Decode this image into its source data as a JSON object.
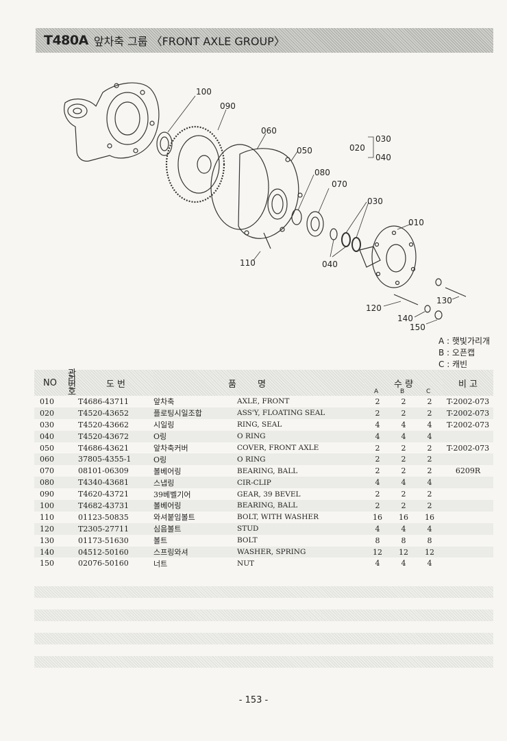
{
  "header": {
    "code": "T480A",
    "title": "앞차축 그룹 〈FRONT AXLE GROUP〉"
  },
  "callouts": {
    "c100": "100",
    "c090": "090",
    "c060": "060",
    "c050": "050",
    "c020": "020",
    "c030a": "030",
    "c040a": "040",
    "c080": "080",
    "c070": "070",
    "c030b": "030",
    "c010": "010",
    "c110": "110",
    "c040b": "040",
    "c130": "130",
    "c120": "120",
    "c140": "140",
    "c150": "150"
  },
  "legend": [
    "A : 햇빛가리개",
    "B : 오픈캡",
    "C : 캐빈"
  ],
  "table": {
    "headers": {
      "no": "NO",
      "mgmt": "관리번호",
      "part_no": "도   번",
      "name_ko": "품",
      "name": "명",
      "qty": "수   량",
      "a": "A",
      "b": "B",
      "c": "C",
      "remarks": "비 고"
    },
    "rows": [
      {
        "no": "010",
        "part": "T4686-43711",
        "ko": "앞차축",
        "name": "AXLE, FRONT",
        "a": "2",
        "b": "2",
        "c": "2",
        "rem": "T-2002-073"
      },
      {
        "no": "020",
        "part": "T4520-43652",
        "ko": "플로팅시일조합",
        "name": "ASS'Y, FLOATING SEAL",
        "a": "2",
        "b": "2",
        "c": "2",
        "rem": "T-2002-073"
      },
      {
        "no": "030",
        "part": "T4520-43662",
        "ko": "시일링",
        "name": "RING, SEAL",
        "a": "4",
        "b": "4",
        "c": "4",
        "rem": "T-2002-073"
      },
      {
        "no": "040",
        "part": "T4520-43672",
        "ko": "O링",
        "name": "O RING",
        "a": "4",
        "b": "4",
        "c": "4",
        "rem": ""
      },
      {
        "no": "050",
        "part": "T4686-43621",
        "ko": "앞차축커버",
        "name": "COVER, FRONT AXLE",
        "a": "2",
        "b": "2",
        "c": "2",
        "rem": "T-2002-073"
      },
      {
        "no": "060",
        "part": "37805-4355-1",
        "ko": "O링",
        "name": "O RING",
        "a": "2",
        "b": "2",
        "c": "2",
        "rem": ""
      },
      {
        "no": "070",
        "part": "08101-06309",
        "ko": "볼베어링",
        "name": "BEARING, BALL",
        "a": "2",
        "b": "2",
        "c": "2",
        "rem": "6209R"
      },
      {
        "no": "080",
        "part": "T4340-43681",
        "ko": "스냅링",
        "name": "CIR-CLIP",
        "a": "4",
        "b": "4",
        "c": "4",
        "rem": ""
      },
      {
        "no": "090",
        "part": "T4620-43721",
        "ko": "39베벨기어",
        "name": "GEAR, 39 BEVEL",
        "a": "2",
        "b": "2",
        "c": "2",
        "rem": ""
      },
      {
        "no": "100",
        "part": "T4682-43731",
        "ko": "볼베어링",
        "name": "BEARING, BALL",
        "a": "2",
        "b": "2",
        "c": "2",
        "rem": ""
      },
      {
        "no": "110",
        "part": "01123-50835",
        "ko": "와셔붙임볼트",
        "name": "BOLT, WITH WASHER",
        "a": "16",
        "b": "16",
        "c": "16",
        "rem": ""
      },
      {
        "no": "120",
        "part": "T2305-27711",
        "ko": "심음볼트",
        "name": "STUD",
        "a": "4",
        "b": "4",
        "c": "4",
        "rem": ""
      },
      {
        "no": "130",
        "part": "01173-51630",
        "ko": "볼트",
        "name": "BOLT",
        "a": "8",
        "b": "8",
        "c": "8",
        "rem": ""
      },
      {
        "no": "140",
        "part": "04512-50160",
        "ko": "스프링와셔",
        "name": "WASHER, SPRING",
        "a": "12",
        "b": "12",
        "c": "12",
        "rem": ""
      },
      {
        "no": "150",
        "part": "02076-50160",
        "ko": "너트",
        "name": "NUT",
        "a": "4",
        "b": "4",
        "c": "4",
        "rem": ""
      }
    ]
  },
  "footer": {
    "page": "- 153 -"
  }
}
